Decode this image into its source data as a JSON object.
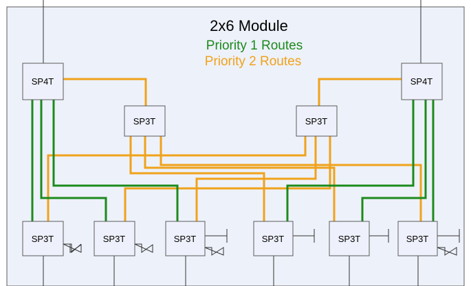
{
  "diagram": {
    "title": "2x6 Module",
    "legend": {
      "priority1": {
        "label": "Priority 1 Routes",
        "color": "#1c8a1c"
      },
      "priority2": {
        "label": "Priority 2 Routes",
        "color": "#f0a21a"
      }
    },
    "switches": {
      "top_left": "SP4T",
      "top_right": "SP4T",
      "mid_left": "SP3T",
      "mid_right": "SP3T",
      "bottom": [
        "SP3T",
        "SP3T",
        "SP3T",
        "SP3T",
        "SP3T",
        "SP3T"
      ]
    },
    "colors": {
      "module_background": "#edf1fa",
      "switch_fill": "#eef0fb",
      "border": "#5b5b5b"
    }
  }
}
